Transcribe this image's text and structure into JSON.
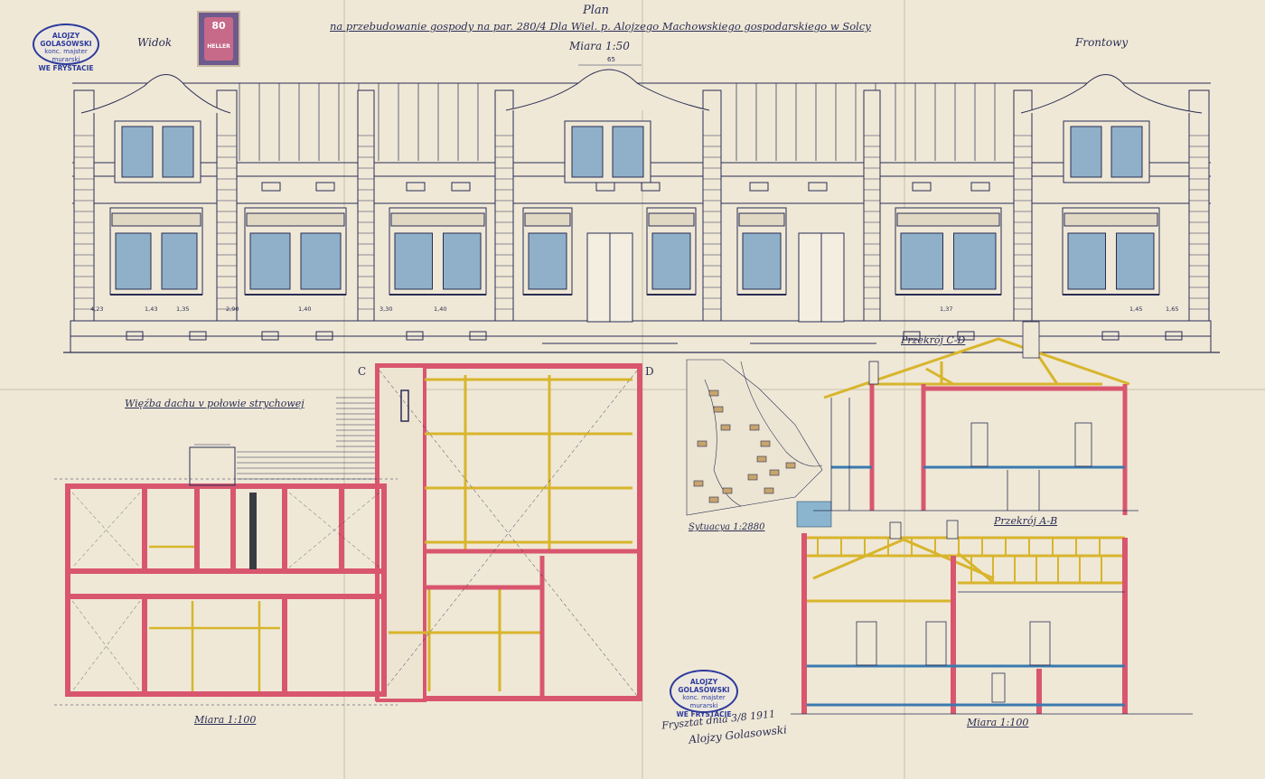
{
  "header": {
    "title_line1": "Plan",
    "title_line2": "na przebudowanie gospody na par. 280/4 Dla Wiel. p. Alojzego Machowskiego gospodarskiego w Solcy",
    "scale_top": "Miara 1:50"
  },
  "elevation": {
    "left_label": "Widok",
    "right_label": "Frontowy"
  },
  "revenue_stamp": {
    "value": "80",
    "unit": "HELLER"
  },
  "stamps": [
    {
      "line1": "ALOJZY GOLASOWSKI",
      "line2": "konc. majster",
      "line3": "murarski",
      "line4": "WE FRYSTACIE"
    },
    {
      "line1": "ALOJZY GOLASOWSKI",
      "line2": "konc. majster",
      "line3": "murarski",
      "line4": "WE FRYSTACIE"
    }
  ],
  "labels": {
    "roof_plan": "Więźba dachu v połowie strychowej",
    "plan_scale": "Miara 1:100",
    "site_plan": "Sytuacya 1:2880",
    "section_cd": "Przekrój C-D",
    "section_ab": "Przekrój A-B",
    "section_scale": "Miara 1:100",
    "mark_c": "C",
    "mark_d": "D"
  },
  "signature": {
    "line1": "Frysztat dnia 3/8 1911",
    "line2": "Alojzy Golasowski"
  },
  "dimensions": {
    "ground_front": [
      "4,23",
      "1,43",
      "1,35",
      "2,90",
      "1,40",
      "3,30",
      "1,40",
      "1,37",
      "1,45",
      "1,65"
    ],
    "top_dim": "65"
  },
  "colors": {
    "paper": "#efe8d6",
    "ink": "#2a2d55",
    "wall_red": "#d9566f",
    "timber_yellow": "#d8b52c",
    "window_blue": "#8fb0c8",
    "stamp_blue": "#2c3a9c"
  }
}
